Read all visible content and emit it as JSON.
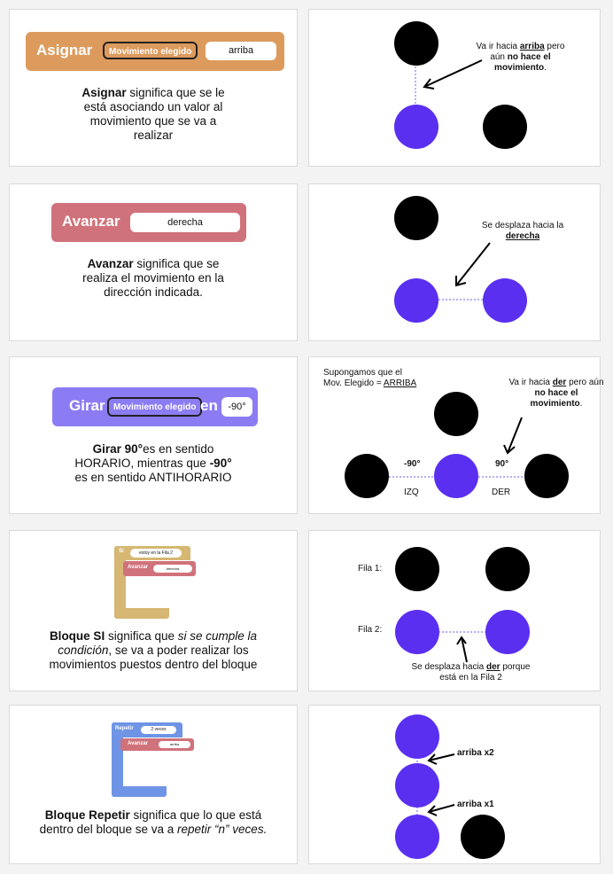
{
  "colors": {
    "assign": "#dc9b5d",
    "advance": "#d0727b",
    "turn": "#8b7cf3",
    "si": "#d6b773",
    "repeat": "#6f94e6",
    "purple": "#5a2ff0",
    "black": "#000000"
  },
  "row1": {
    "block_label": "Asignar",
    "block_field": "Movimiento elegido",
    "block_value": "arriba",
    "desc_b1": "Asignar",
    "desc_t1": " significa que se le está asociando un valor al movimiento que se va a realizar",
    "note_t1": "Va ir hacia ",
    "note_b1": "arriba",
    "note_t2": " pero aún ",
    "note_b2": "no hace el movimiento",
    "note_t3": "."
  },
  "row2": {
    "block_label": "Avanzar",
    "block_value": "derecha",
    "desc_b1": "Avanzar",
    "desc_t1": " significa que se realiza el movimiento en la dirección indicada.",
    "note_t1": "Se desplaza hacia la ",
    "note_b1": "derecha"
  },
  "row3": {
    "block_label": "Girar",
    "block_field": "Movimiento elegido",
    "block_mid": "en",
    "block_value": "-90°",
    "desc_b1": "Girar 90°",
    "desc_t1": "es en sentido HORARIO, mientras que ",
    "desc_b2": "-90°",
    "desc_t2": " es en sentido ANTIHORARIO",
    "assume_t1": "Supongamos que el Mov. Elegido = ",
    "assume_u": "ARRIBA",
    "note_t1": "Va ir hacia ",
    "note_b1": "der",
    "note_t2": " pero aún ",
    "note_b2": "no hace el movimiento",
    "note_t3": ".",
    "neg_angle": "-90°",
    "pos_angle": "90°",
    "left_label": "IZQ",
    "right_label": "DER"
  },
  "row4": {
    "si_label": "Si",
    "si_field": "estoy en la Fila 2",
    "inner_label": "Avanzar",
    "inner_value": "derecha",
    "desc_b1": "Bloque SI",
    "desc_t1": " significa que ",
    "desc_i1": "si se cumple la condición",
    "desc_t2": ", se va a poder realizar los movimientos puestos dentro del bloque",
    "row_label_1": "Fila 1:",
    "row_label_2": "Fila 2:",
    "note_t1": "Se desplaza hacia ",
    "note_b1": "der",
    "note_t2": " porque está en la Fila 2"
  },
  "row5": {
    "rep_label": "Repetir",
    "rep_value": "2 veces",
    "inner_label": "Avanzar",
    "inner_value": "arriba",
    "desc_b1": "Bloque Repetir",
    "desc_t1": " significa que lo que está dentro del bloque se va a ",
    "desc_i1": "repetir “n” veces.",
    "label_top": "arriba x2",
    "label_bottom": "arriba x1"
  }
}
